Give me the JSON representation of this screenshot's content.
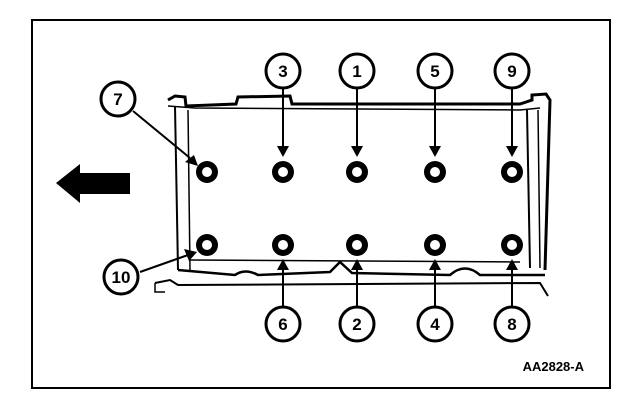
{
  "figure_code": "AA2828-A",
  "direction_arrow_icon": "arrow-left-icon",
  "bolt_icon": "bolt-head-icon",
  "callouts": [
    {
      "label": "3",
      "bolt": "top-2"
    },
    {
      "label": "1",
      "bolt": "top-3"
    },
    {
      "label": "5",
      "bolt": "top-4"
    },
    {
      "label": "9",
      "bolt": "top-5"
    },
    {
      "label": "7",
      "bolt": "top-1"
    },
    {
      "label": "10",
      "bolt": "bottom-1"
    },
    {
      "label": "6",
      "bolt": "bottom-2"
    },
    {
      "label": "2",
      "bolt": "bottom-3"
    },
    {
      "label": "4",
      "bolt": "bottom-4"
    },
    {
      "label": "8",
      "bolt": "bottom-5"
    }
  ],
  "colors": {
    "ink": "#000000",
    "background": "#ffffff"
  }
}
